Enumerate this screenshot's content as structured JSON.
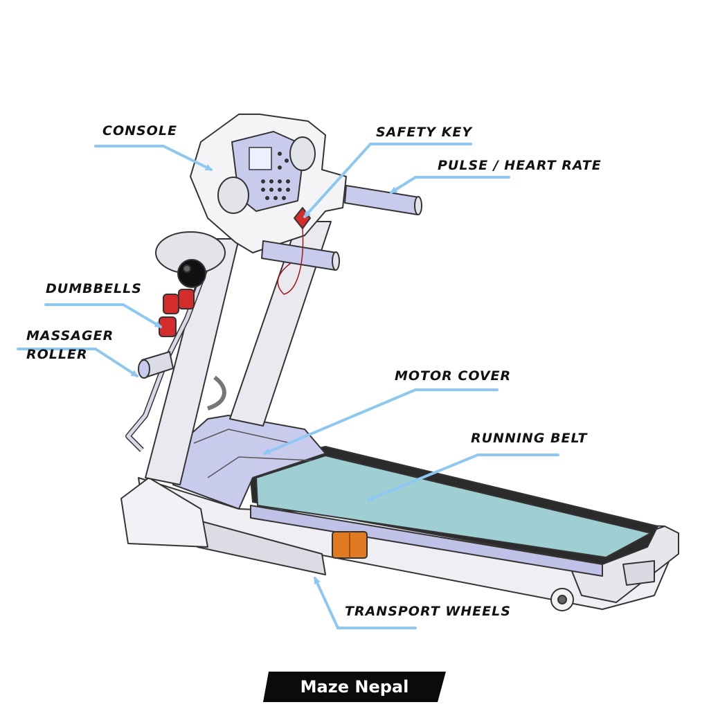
{
  "labels": {
    "console": "CONSOLE",
    "safety_key": "SAFETY KEY",
    "pulse": "PULSE / HEART RATE",
    "dumbbells": "DUMBBELLS",
    "massager_line1": "MASSAGER",
    "massager_line2": "ROLLER",
    "motor_cover": "MOTOR COVER",
    "running_belt": "RUNNING BELT",
    "transport_wheels": "TRANSPORT WHEELS"
  },
  "brand": {
    "name": "Maze Nepal"
  },
  "colors": {
    "leader": "#8ec8f0",
    "belt": "#9fcfd2",
    "motor_cover": "#c9cbec",
    "frame": "#eaeaf0",
    "dumbbell": "#d42b2b",
    "safety_key": "#d42b2b",
    "wheel_block": "#e27a22",
    "badge_bg": "#0b0b0b"
  }
}
